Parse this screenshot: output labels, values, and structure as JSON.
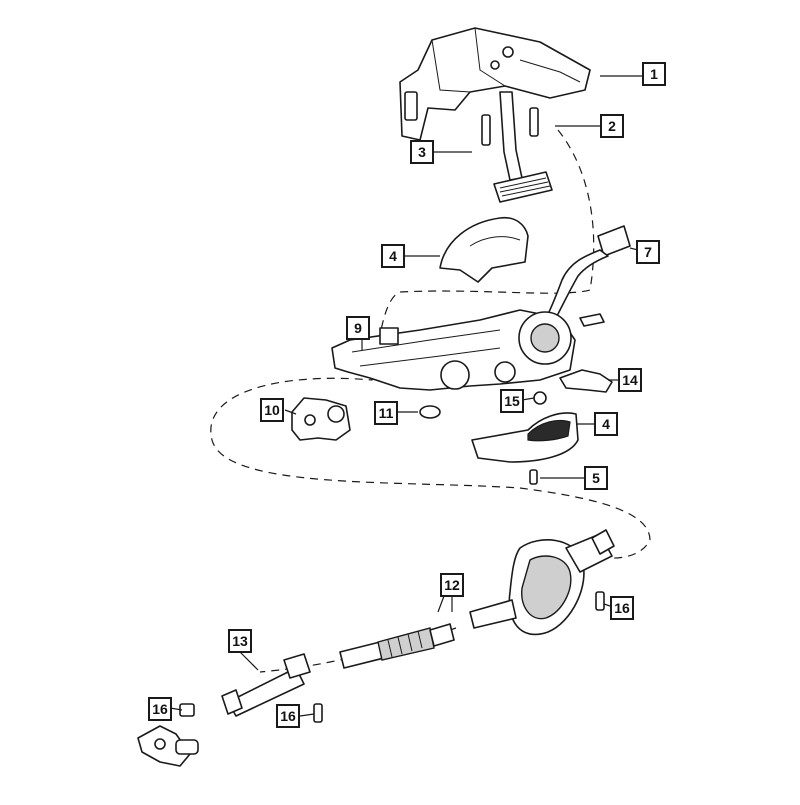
{
  "callouts": [
    {
      "id": "c1",
      "label": "1"
    },
    {
      "id": "c2",
      "label": "2"
    },
    {
      "id": "c3",
      "label": "3"
    },
    {
      "id": "c4a",
      "label": "4"
    },
    {
      "id": "c7",
      "label": "7"
    },
    {
      "id": "c9",
      "label": "9"
    },
    {
      "id": "c14",
      "label": "14"
    },
    {
      "id": "c10",
      "label": "10"
    },
    {
      "id": "c11",
      "label": "11"
    },
    {
      "id": "c15",
      "label": "15"
    },
    {
      "id": "c4b",
      "label": "4"
    },
    {
      "id": "c5",
      "label": "5"
    },
    {
      "id": "c12",
      "label": "12"
    },
    {
      "id": "c16a",
      "label": "16"
    },
    {
      "id": "c13",
      "label": "13"
    },
    {
      "id": "c16b",
      "label": "16"
    },
    {
      "id": "c16c",
      "label": "16"
    }
  ]
}
